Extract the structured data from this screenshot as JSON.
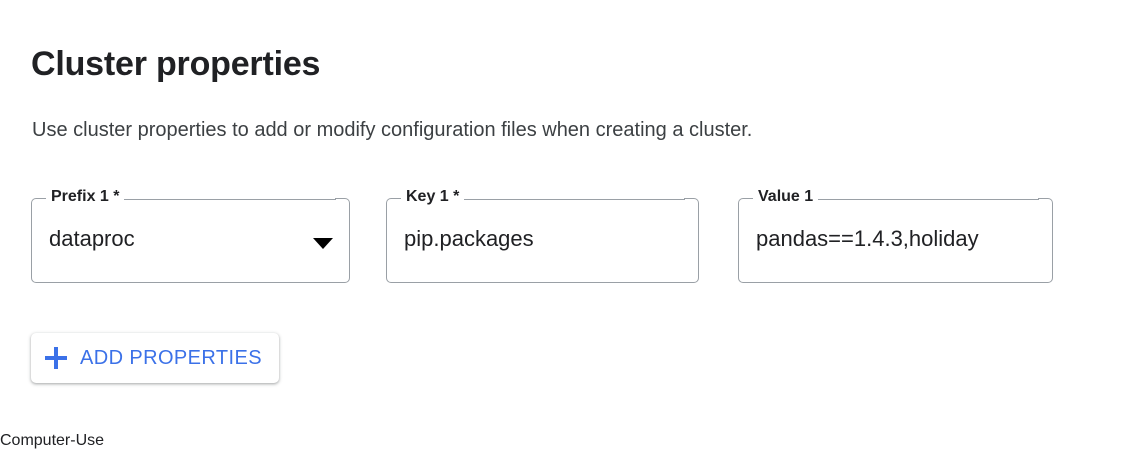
{
  "header": {
    "title": "Cluster properties",
    "description": "Use cluster properties to add or modify configuration files when creating a cluster."
  },
  "properties_row": {
    "prefix_field": {
      "label": "Prefix 1 *",
      "value": "dataproc",
      "icon": "chevron-down-icon",
      "type": "select"
    },
    "key_field": {
      "label": "Key 1 *",
      "value": "pip.packages",
      "type": "text"
    },
    "value_field": {
      "label": "Value 1",
      "value": "pandas==1.4.3,holiday",
      "type": "text"
    }
  },
  "actions": {
    "add_properties": {
      "label": "ADD PROPERTIES",
      "icon": "plus-icon"
    }
  },
  "colors": {
    "accent_blue": "#3b71e8",
    "text_primary": "#202124",
    "text_secondary": "#3c4043",
    "outline_gray": "#9aa0a6",
    "background": "#ffffff"
  }
}
